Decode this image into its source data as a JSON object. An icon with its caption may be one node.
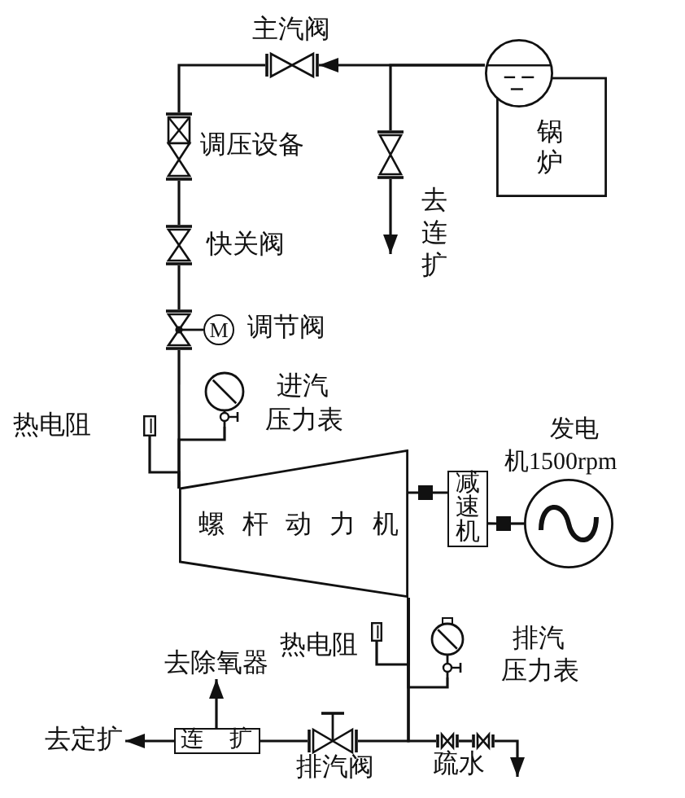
{
  "diagram": {
    "nodes": [
      {
        "text": [
          "锅炉"
        ]
      },
      {
        "text": [],
        "shape": "valve",
        "beside": [
          "主汽阀"
        ]
      },
      {
        "text": [],
        "shape": "valve"
      },
      {
        "text": [],
        "shape": "valve",
        "beside": [
          "调压设备"
        ]
      },
      {
        "text": [],
        "shape": "valve",
        "beside": [
          "快关阀"
        ]
      },
      {
        "text": [
          "M"
        ],
        "beside": [
          "调节阀"
        ]
      },
      {
        "text": [],
        "shape": "gauge",
        "beside": [
          "进汽压力表"
        ]
      },
      {
        "text": [],
        "shape": "box",
        "beside": [
          "热电阻"
        ]
      },
      {
        "text": [
          "螺杆动力机"
        ]
      },
      {
        "text": [],
        "shape": "box"
      },
      {
        "text": [
          "减速机"
        ]
      },
      {
        "text": [],
        "shape": "box"
      },
      {
        "text": [],
        "shape": "circle",
        "beside": [
          "发电机1500rpm"
        ]
      },
      {
        "text": [],
        "shape": "box",
        "beside": [
          "热电阻"
        ]
      },
      {
        "text": [],
        "shape": "gauge",
        "beside": [
          "排汽压力表"
        ]
      },
      {
        "text": [
          "去除氧器"
        ]
      },
      {
        "text": [
          "去定扩"
        ]
      },
      {
        "text": [
          "连扩"
        ]
      },
      {
        "text": [],
        "shape": "valve",
        "beside": [
          "排汽阀"
        ]
      },
      {
        "text": [],
        "shape": "valve"
      },
      {
        "text": [],
        "shape": "valve"
      }
    ],
    "edges": [
      {
        "from": 0,
        "to": 1,
        "arrow": "to"
      },
      {
        "from": 0,
        "to": 2,
        "arrow": "none"
      },
      {
        "from": 2,
        "to": null,
        "arrow": "to"
      },
      {
        "from": 1,
        "to": 3,
        "arrow": "none"
      },
      {
        "from": 3,
        "to": 4,
        "arrow": "none"
      },
      {
        "from": 4,
        "to": 5,
        "arrow": "none"
      },
      {
        "from": 5,
        "to": 8,
        "arrow": "none"
      },
      {
        "from": 6,
        "to": 8,
        "arrow": "none"
      },
      {
        "from": 7,
        "to": 8,
        "arrow": "none"
      },
      {
        "from": 8,
        "to": 9,
        "arrow": "none"
      },
      {
        "from": 9,
        "to": 10,
        "arrow": "none"
      },
      {
        "from": 10,
        "to": 11,
        "arrow": "none"
      },
      {
        "from": 11,
        "to": 12,
        "arrow": "none"
      },
      {
        "from": 13,
        "to": 8,
        "arrow": "none"
      },
      {
        "from": 14,
        "to": 8,
        "arrow": "none"
      },
      {
        "from": 8,
        "to": 18,
        "arrow": "none"
      },
      {
        "from": 8,
        "to": 19,
        "arrow": "none"
      },
      {
        "from": 18,
        "to": 17,
        "arrow": "none"
      },
      {
        "from": 17,
        "to": 15,
        "arrow": "to"
      },
      {
        "from": 17,
        "to": 16,
        "arrow": "to"
      },
      {
        "from": 19,
        "to": 20,
        "arrow": "none"
      },
      {
        "from": 20,
        "to": null,
        "arrow": "to"
      }
    ],
    "labels": [
      "去连扩",
      "疏水"
    ]
  }
}
